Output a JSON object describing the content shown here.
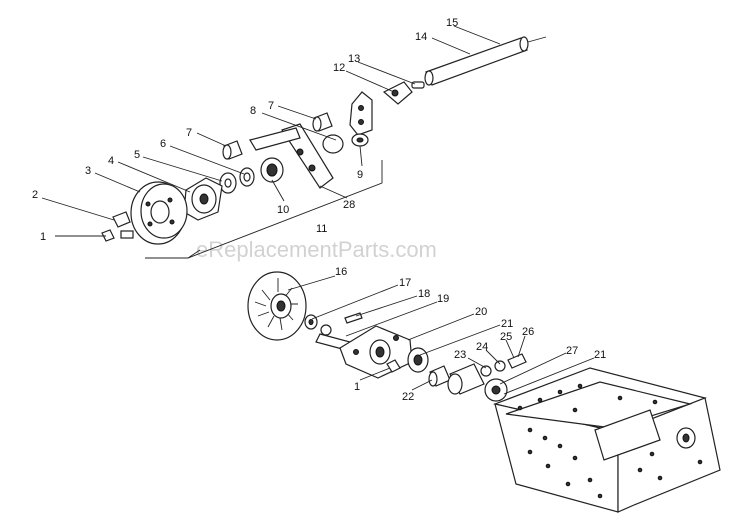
{
  "watermark": "eReplacementParts.com",
  "callouts": [
    "1",
    "2",
    "3",
    "4",
    "5",
    "6",
    "7",
    "7",
    "8",
    "9",
    "10",
    "11",
    "12",
    "13",
    "14",
    "15",
    "16",
    "17",
    "18",
    "19",
    "20",
    "21",
    "21",
    "22",
    "23",
    "24",
    "25",
    "26",
    "27",
    "28",
    "1"
  ]
}
